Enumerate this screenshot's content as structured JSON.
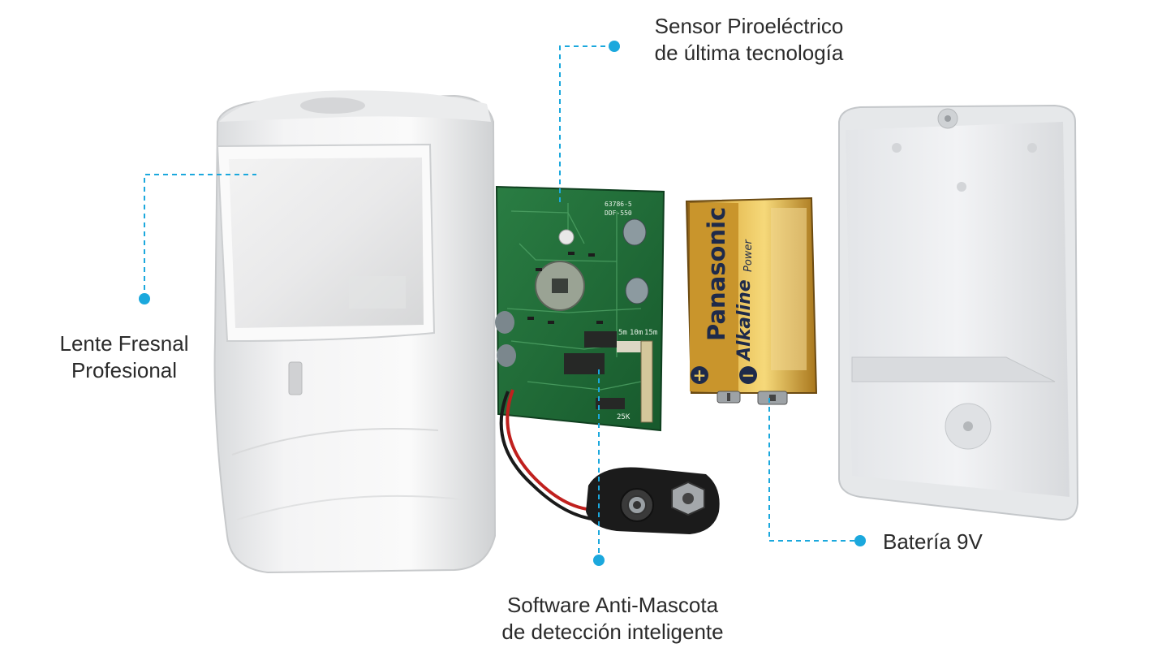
{
  "callouts": {
    "lens": {
      "line1": "Lente Fresnal",
      "line2": "Profesional"
    },
    "sensor": {
      "line1": "Sensor Piroeléctrico",
      "line2": "de última tecnología"
    },
    "battery": {
      "line1": "Batería 9V"
    },
    "software": {
      "line1": "Software Anti-Mascota",
      "line2": "de detección inteligente"
    }
  },
  "battery_print": {
    "brand": "Panasonic",
    "line": "Alkaline",
    "sub": "Power"
  },
  "pcb_print": {
    "part": "63786-5",
    "model": "DDF-550",
    "ranges": [
      "5m",
      "10m",
      "15m"
    ],
    "trim": "25K"
  },
  "colors": {
    "callout_blue": "#1ba8dd",
    "text": "#2b2b2b",
    "pcb_green": "#1f6b36",
    "battery_gold": "#c89a2e"
  }
}
